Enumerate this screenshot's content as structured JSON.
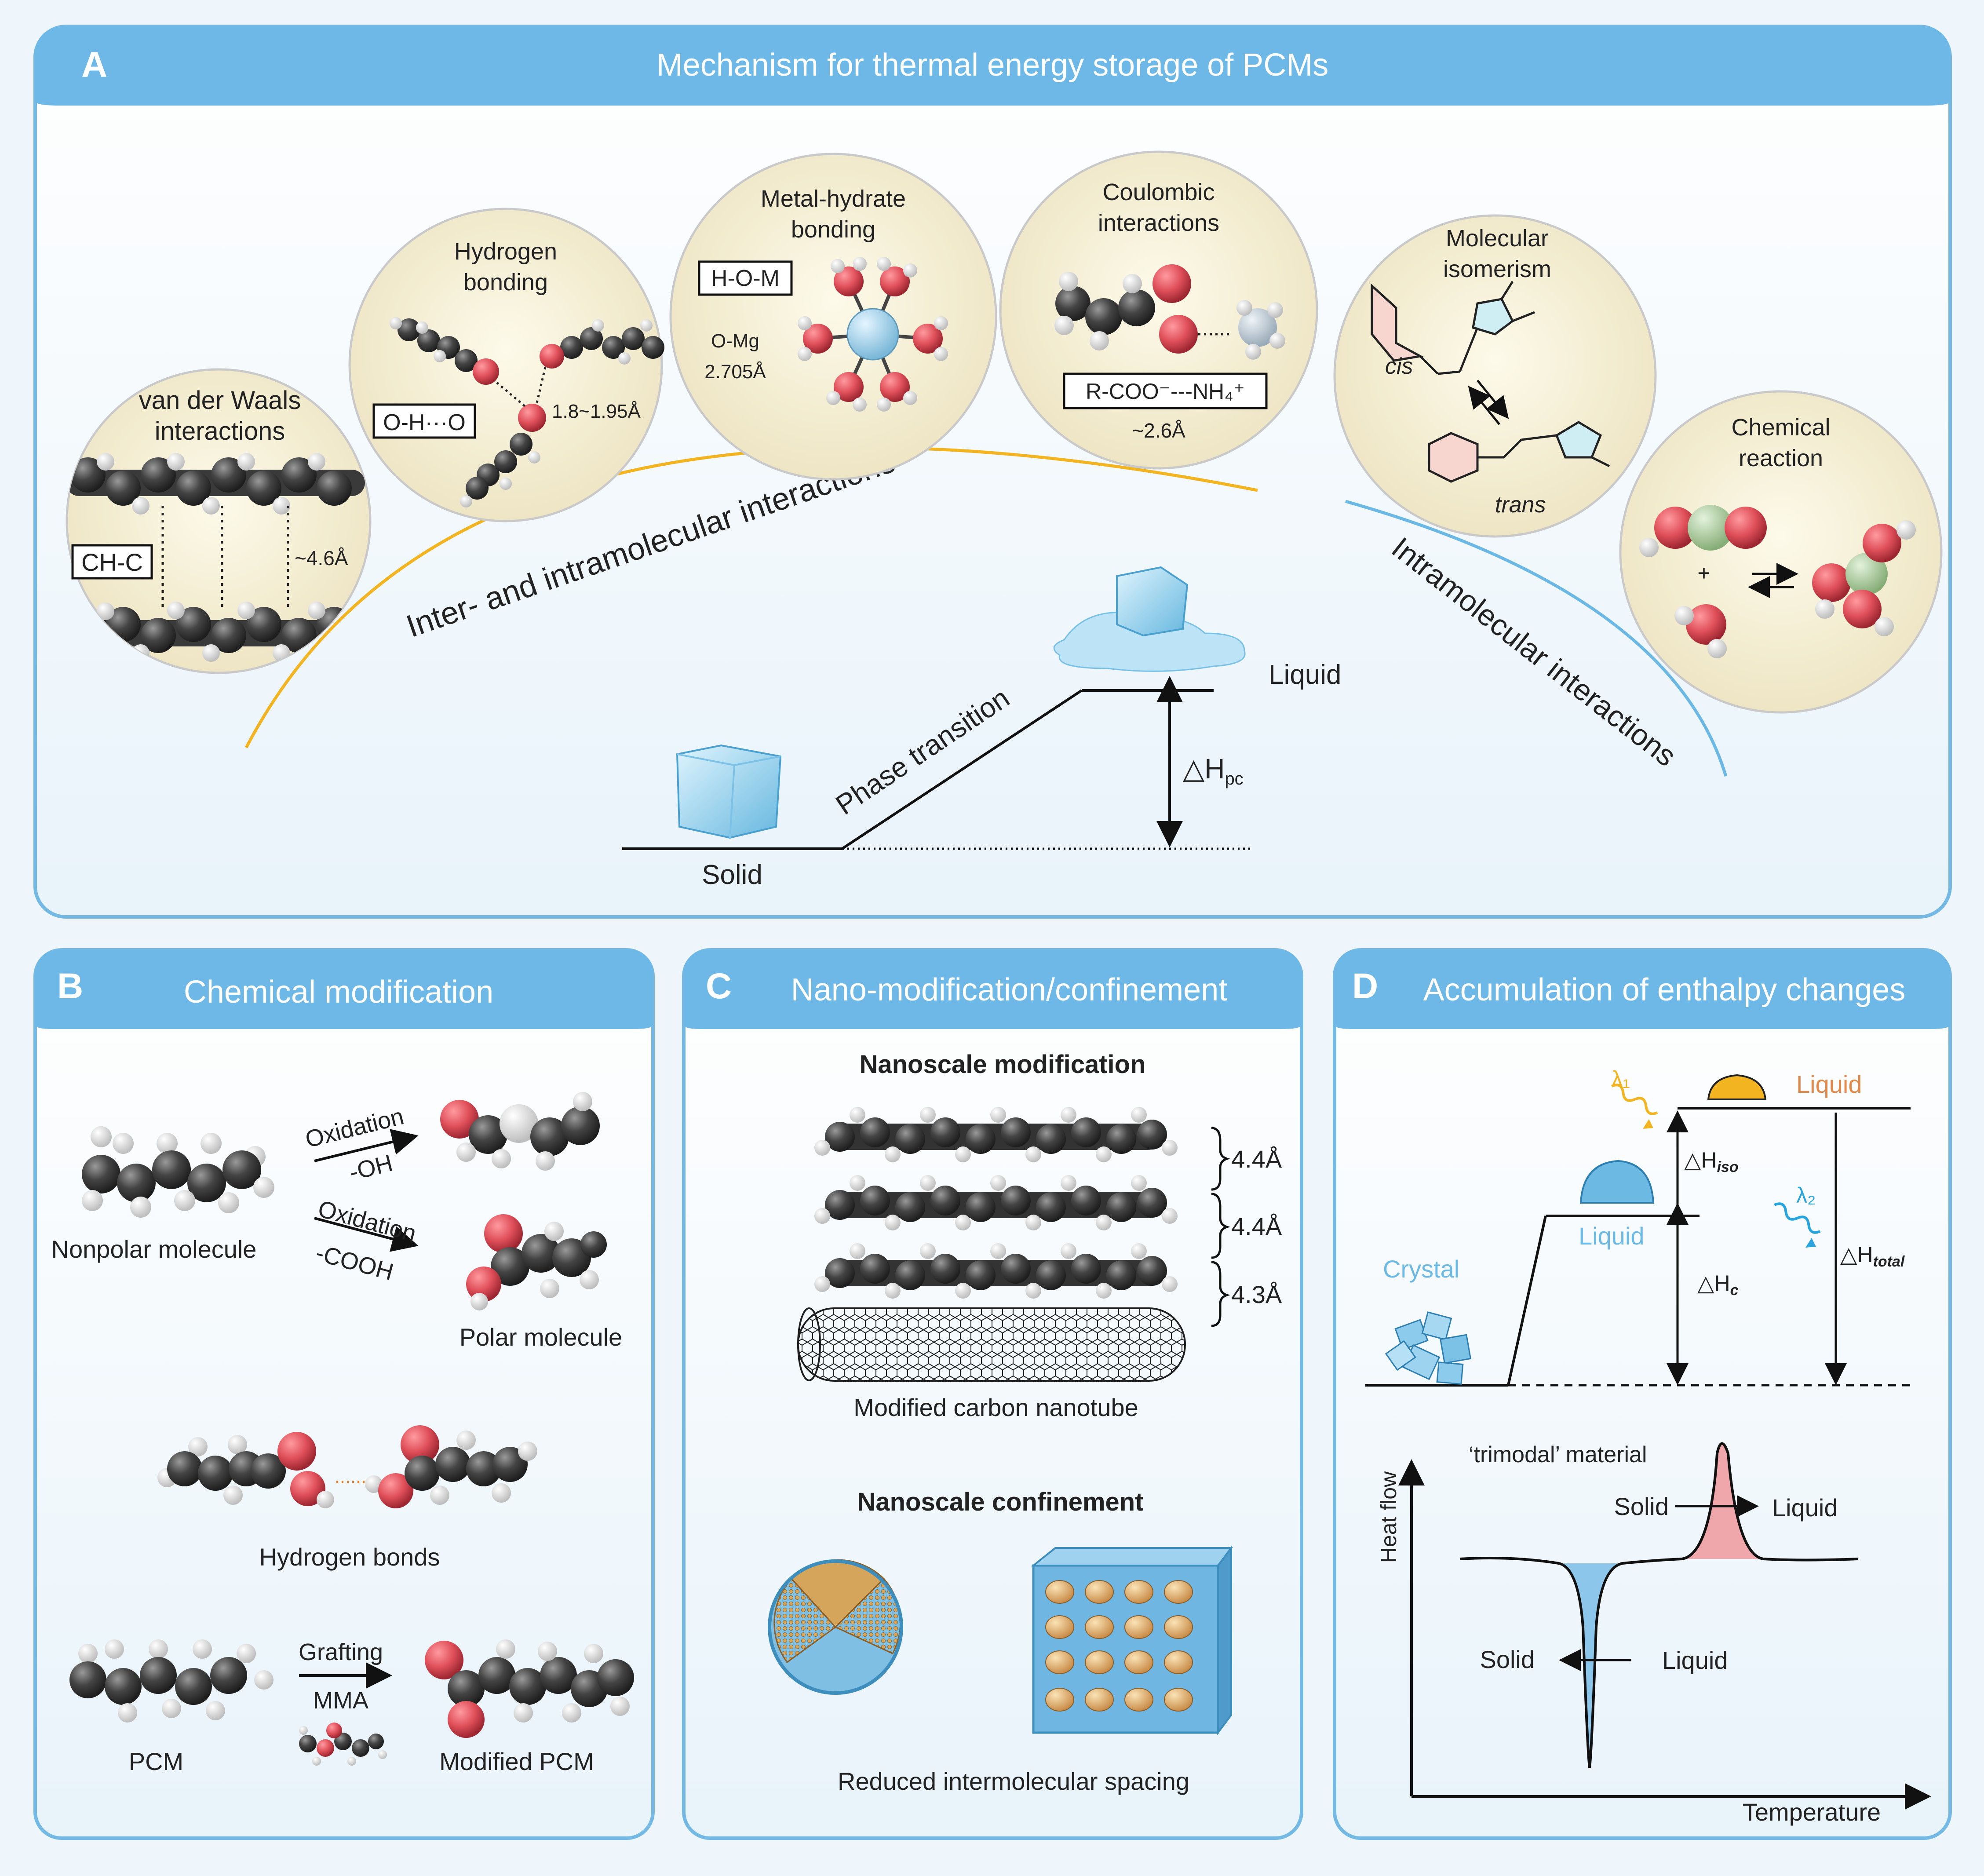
{
  "panel_a": {
    "letter": "A",
    "title": "Mechanism for thermal energy storage of PCMs",
    "vdw": {
      "title1": "van der Waals",
      "title2": "interactions",
      "box": "CH-C",
      "dist": "~4.6Å"
    },
    "hbond": {
      "title1": "Hydrogen",
      "title2": "bonding",
      "box": "O-H···O",
      "dist": "1.8~1.95Å"
    },
    "metal": {
      "title1": "Metal-hydrate",
      "title2": "bonding",
      "box": "H-O-M",
      "bond": "O-Mg",
      "dist": "2.705Å"
    },
    "coulomb": {
      "title1": "Coulombic",
      "title2": "interactions",
      "box": "R-COO⁻---NH₄⁺",
      "dist": "~2.6Å"
    },
    "isomer": {
      "title1": "Molecular",
      "title2": "isomerism",
      "cis": "cis",
      "trans": "trans"
    },
    "reaction": {
      "title1": "Chemical",
      "title2": "reaction",
      "plus": "+"
    },
    "arc_left": "Inter- and intramolecular interactions",
    "arc_right": "Intramolecular interactions",
    "phase": {
      "transition": "Phase transition",
      "solid": "Solid",
      "liquid": "Liquid",
      "dh": "△H",
      "dh_sub": "pc"
    }
  },
  "panel_b": {
    "letter": "B",
    "title": "Chemical modification",
    "oxidation1": "Oxidation",
    "oh": "-OH",
    "oxidation2": "Oxidation",
    "cooh": "-COOH",
    "nonpolar": "Nonpolar molecule",
    "polar": "Polar molecule",
    "hbonds": "Hydrogen bonds",
    "grafting": "Grafting",
    "mma": "MMA",
    "pcm": "PCM",
    "modified": "Modified PCM"
  },
  "panel_c": {
    "letter": "C",
    "title": "Nano-modification/confinement",
    "sub1": "Nanoscale modification",
    "d1": "4.4Å",
    "d2": "4.4Å",
    "d3": "4.3Å",
    "cnt": "Modified carbon nanotube",
    "sub2": "Nanoscale confinement",
    "spacing": "Reduced intermolecular spacing"
  },
  "panel_d": {
    "letter": "D",
    "title": "Accumulation of enthalpy changes",
    "lambda1": "λ₁",
    "lambda2": "λ₂",
    "liquid_top": "Liquid",
    "liquid_mid": "Liquid",
    "crystal": "Crystal",
    "dh_iso": "△H",
    "iso_sub": "iso",
    "dh_c": "△H",
    "c_sub": "c",
    "dh_total": "△H",
    "total_sub": "total",
    "trimodal": "‘trimodal’ material",
    "ylabel": "Heat flow",
    "xlabel": "Temperature",
    "solid1": "Solid",
    "liquid1": "Liquid",
    "solid2": "Solid",
    "liquid2": "Liquid"
  },
  "colors": {
    "header": "#6db8e6",
    "border": "#74b9e4",
    "oxygen": "#e0505a",
    "carbon": "#3d3d3d",
    "orange_arc": "#f2b521",
    "blue_arc": "#6bb8e5"
  }
}
